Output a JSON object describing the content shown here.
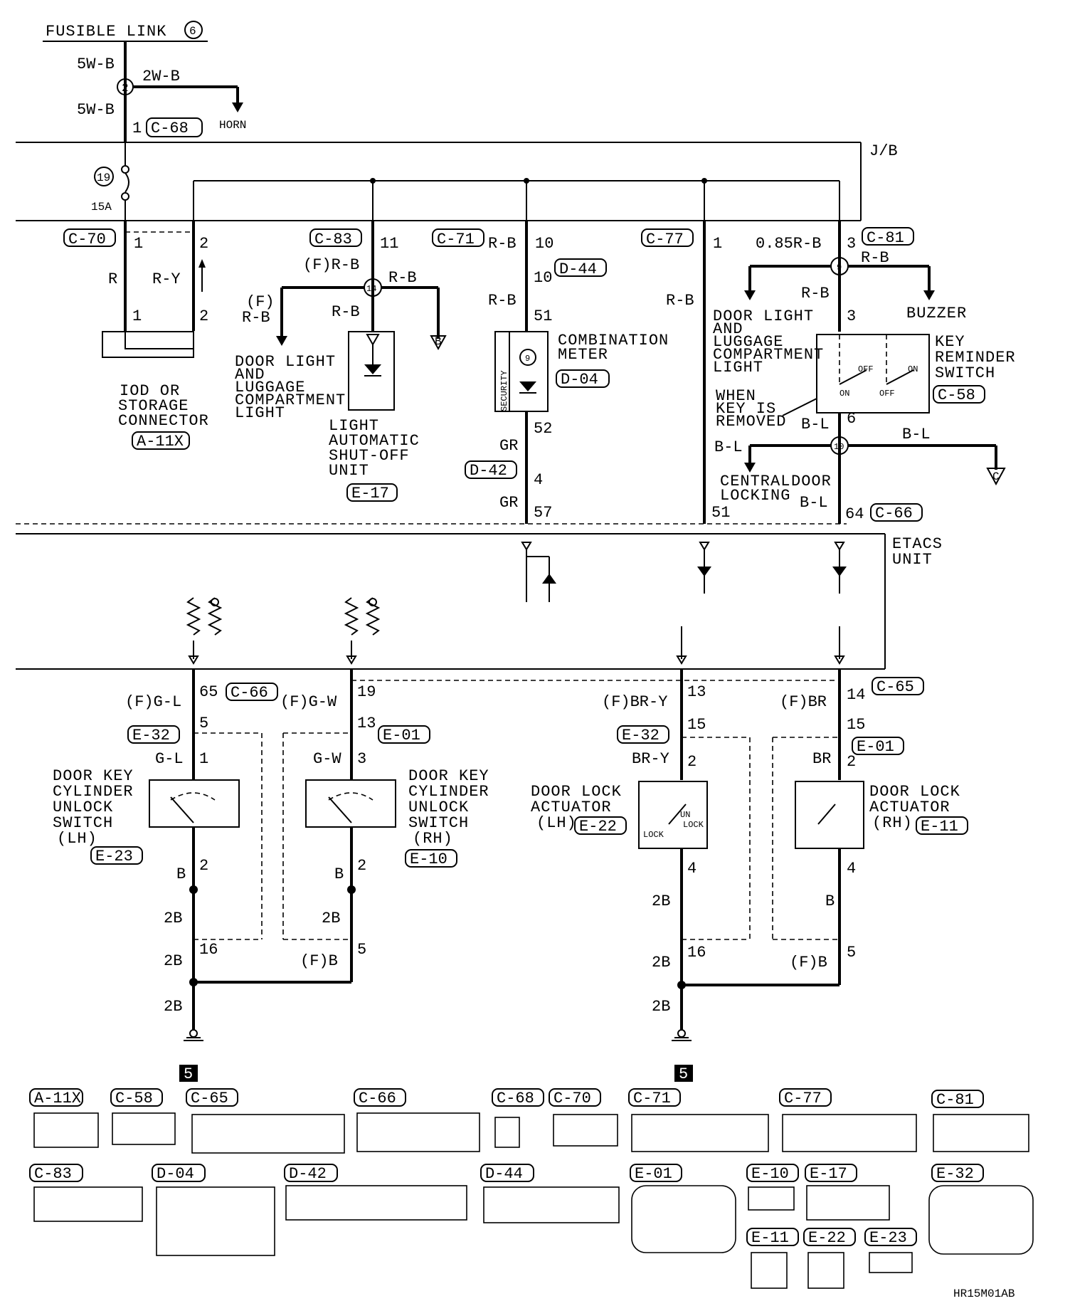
{
  "header": {
    "fusible_link": "FUSIBLE LINK",
    "fusible_link_no": "6"
  },
  "top": {
    "w5wb_1": "5W-B",
    "w5wb_2": "5W-B",
    "w2wb": "2W-B",
    "horn": "HORN",
    "junction_2": "2",
    "pin_1": "1",
    "c68": "C-68",
    "jb": "J/B",
    "fuse_no": "19",
    "fuse_amp": "15A"
  },
  "connectors_top": {
    "c70": "C-70",
    "c83": "C-83",
    "c71": "C-71",
    "c77": "C-77",
    "c81": "C-81",
    "p1": "1",
    "p2": "2",
    "p11": "11",
    "p10": "10",
    "p1b": "1",
    "p3": "3"
  },
  "iod": {
    "wire_r": "R",
    "wire_ry": "R-Y",
    "p1": "1",
    "p2": "2",
    "line1": "IOD OR",
    "line2": "STORAGE",
    "line3": "CONNECTOR",
    "code": "A-11X"
  },
  "light_unit": {
    "f_rb": "(F)R-B",
    "f": "(F)",
    "rb_left": "R-B",
    "rb_right": "R-B",
    "rb_down": "R-B",
    "junction": "14",
    "arrow_b": "B",
    "door1": "DOOR LIGHT",
    "door2": "AND",
    "door3": "LUGGAGE",
    "door4": "COMPARTMENT",
    "door5": "LIGHT",
    "name1": "LIGHT",
    "name2": "AUTOMATIC",
    "name3": "SHUT-OFF",
    "name4": "UNIT",
    "code": "E-17"
  },
  "meter": {
    "rb1": "R-B",
    "p10a": "10",
    "p10b": "10",
    "d44": "D-44",
    "rb2": "R-B",
    "p51": "51",
    "security": "SECURITY",
    "name1": "COMBINATION",
    "name2": "METER",
    "code": "D-04",
    "p52": "52",
    "gr1": "GR",
    "d42": "D-42",
    "p4": "4",
    "gr2": "GR",
    "p57": "57"
  },
  "central": {
    "rb": "R-B",
    "p51": "51",
    "l1": "CENTRAL",
    "l2": "LOCKING",
    "door": "DOOR",
    "bl": "B-L"
  },
  "key_switch": {
    "w085": "0.85R-B",
    "rb": "R-B",
    "rb2": "R-B",
    "junction": "9",
    "p3": "3",
    "buzzer": "BUZZER",
    "door1": "DOOR LIGHT",
    "door2": "AND",
    "door3": "LUGGAGE",
    "door4": "COMPARTMENT",
    "door5": "LIGHT",
    "when1": "WHEN",
    "when2": "KEY IS",
    "when3": "REMOVED",
    "off1": "OFF",
    "on1": "ON",
    "on2": "ON",
    "off2": "OFF",
    "name1": "KEY",
    "name2": "REMINDER",
    "name3": "SWITCH",
    "code": "C-58",
    "bl1": "B-L",
    "p6": "6",
    "junction2": "10",
    "bl_left": "B-L",
    "bl_right": "B-L",
    "arrow_c": "C",
    "p64": "64",
    "c66": "C-66"
  },
  "etacs": {
    "l1": "ETACS",
    "l2": "UNIT"
  },
  "lower": {
    "p65": "65",
    "c66": "C-66",
    "fgl": "(F)G-L",
    "p19": "19",
    "fgw": "(F)G-W",
    "p13": "13",
    "fbry": "(F)BR-Y",
    "p14": "14",
    "c65": "C-65",
    "fbr": "(F)BR",
    "e32a": "E-32",
    "p5a": "5",
    "gl": "G-L",
    "p1a": "1",
    "e01a": "E-01",
    "p13b": "13",
    "gw": "G-W",
    "p3a": "3",
    "e32b": "E-32",
    "p15a": "15",
    "bry": "BR-Y",
    "p2a": "2",
    "e01b": "E-01",
    "p15b": "15",
    "br": "BR",
    "p2b": "2"
  },
  "switches": {
    "lh1": "DOOR KEY",
    "lh2": "CYLINDER",
    "lh3": "UNLOCK",
    "lh4": "SWITCH",
    "lh5": "(LH)",
    "lh_code": "E-23",
    "rh1": "DOOR KEY",
    "rh2": "CYLINDER",
    "rh3": "UNLOCK",
    "rh4": "SWITCH",
    "rh5": "(RH)",
    "rh_code": "E-10",
    "alh1": "DOOR LOCK",
    "alh2": "ACTUATOR",
    "alh3": "(LH)",
    "alh_code": "E-22",
    "arh1": "DOOR LOCK",
    "arh2": "ACTUATOR",
    "arh3": "(RH)",
    "arh_code": "E-11",
    "lock": "LOCK",
    "un": "UN",
    "lock2": "LOCK"
  },
  "grounds": {
    "b1": "B",
    "p2a": "2",
    "b2": "B",
    "p2b": "2",
    "p4a": "4",
    "b3": "B",
    "p4b": "4",
    "w2b_1": "2B",
    "w2b_2": "2B",
    "w2b_3": "2B",
    "w2b_4": "2B",
    "w2b_5": "2B",
    "w2b_6": "2B",
    "w2b_7": "2B",
    "p16a": "16",
    "p5a": "5",
    "fb1": "(F)B",
    "p16b": "16",
    "p5b": "5",
    "fb2": "(F)B",
    "ground_no": "5"
  },
  "connector_views": {
    "row1": [
      "A-11X",
      "C-58",
      "C-65",
      "C-66",
      "C-68",
      "C-70",
      "C-71",
      "C-77",
      "C-81"
    ],
    "row2": [
      "C-83",
      "D-04",
      "D-42",
      "D-44",
      "E-01",
      "E-10",
      "E-17",
      "E-32"
    ],
    "row3": [
      "E-11",
      "E-22",
      "E-23"
    ]
  },
  "footer_code": "HR15M01AB"
}
